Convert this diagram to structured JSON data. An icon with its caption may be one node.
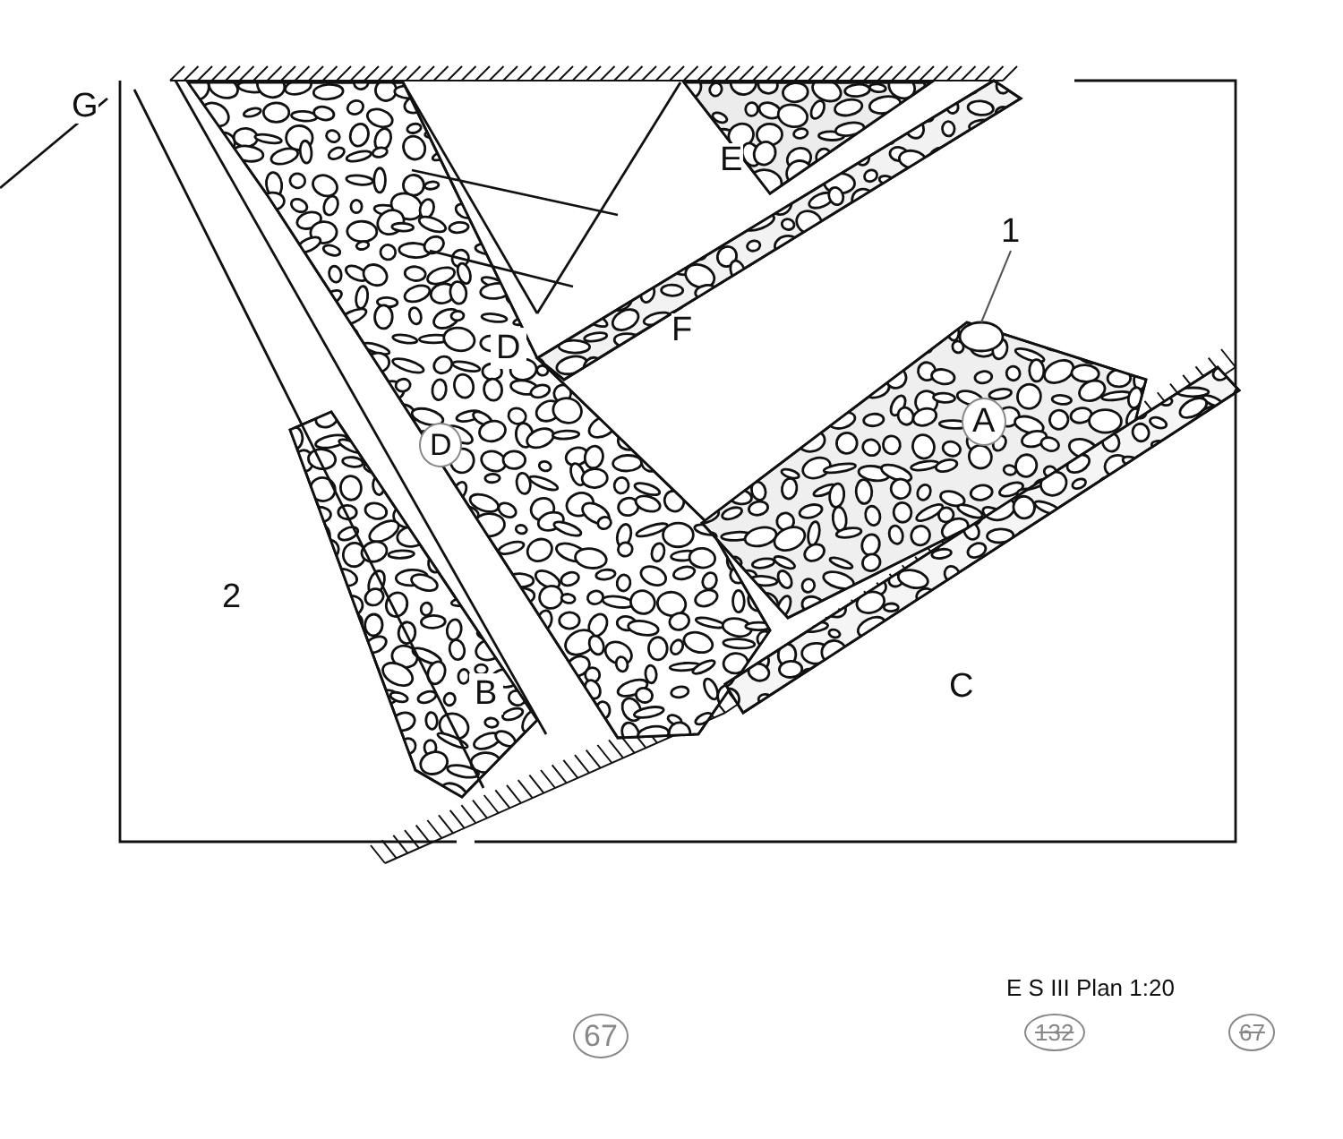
{
  "diagram": {
    "nodes": [
      {
        "text": [
          "1"
        ]
      },
      {
        "text": [],
        "shape": "circle"
      }
    ],
    "edges": [
      {
        "from": 0,
        "to": 1,
        "arrow": "none"
      }
    ],
    "labels": [
      "G",
      "E",
      "F",
      "D",
      "D",
      "A",
      "2",
      "B",
      "C",
      "67",
      "E S III Plan 1:20",
      "132",
      "67"
    ]
  }
}
